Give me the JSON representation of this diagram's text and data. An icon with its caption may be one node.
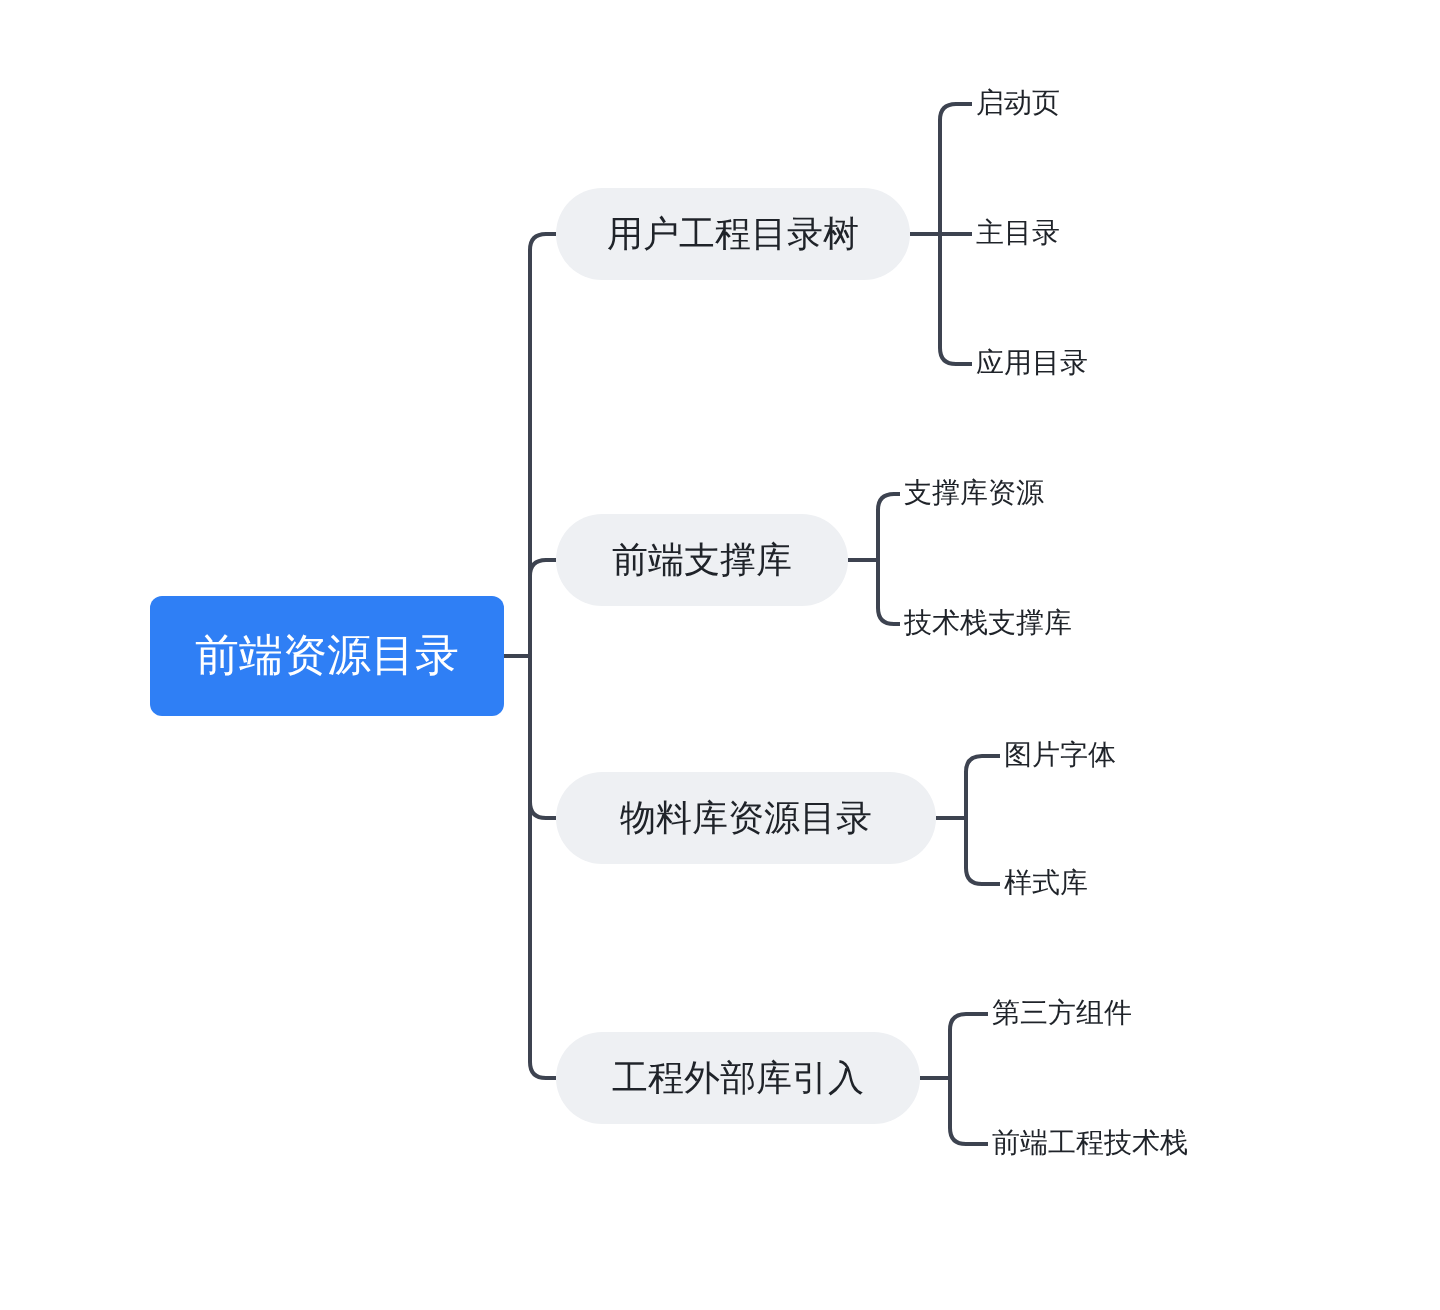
{
  "diagram": {
    "nodes": [
      {
        "text": [
          "前端资源目录"
        ]
      },
      {
        "text": [
          "用户工程目录树"
        ]
      },
      {
        "text": [
          "启动页"
        ]
      },
      {
        "text": [
          "主目录"
        ]
      },
      {
        "text": [
          "应用目录"
        ]
      },
      {
        "text": [
          "前端支撑库"
        ]
      },
      {
        "text": [
          "支撑库资源"
        ]
      },
      {
        "text": [
          "技术栈支撑库"
        ]
      },
      {
        "text": [
          "物料库资源目录"
        ]
      },
      {
        "text": [
          "图片字体"
        ]
      },
      {
        "text": [
          "样式库"
        ]
      },
      {
        "text": [
          "工程外部库引入"
        ]
      },
      {
        "text": [
          "第三方组件"
        ]
      },
      {
        "text": [
          "前端工程技术栈"
        ]
      }
    ],
    "edges": [
      {
        "from": 0,
        "to": 1,
        "arrow": "none"
      },
      {
        "from": 0,
        "to": 5,
        "arrow": "none"
      },
      {
        "from": 0,
        "to": 8,
        "arrow": "none"
      },
      {
        "from": 0,
        "to": 11,
        "arrow": "none"
      },
      {
        "from": 1,
        "to": 2,
        "arrow": "none"
      },
      {
        "from": 1,
        "to": 3,
        "arrow": "none"
      },
      {
        "from": 1,
        "to": 4,
        "arrow": "none"
      },
      {
        "from": 5,
        "to": 6,
        "arrow": "none"
      },
      {
        "from": 5,
        "to": 7,
        "arrow": "none"
      },
      {
        "from": 8,
        "to": 9,
        "arrow": "none"
      },
      {
        "from": 8,
        "to": 10,
        "arrow": "none"
      },
      {
        "from": 11,
        "to": 12,
        "arrow": "none"
      },
      {
        "from": 11,
        "to": 13,
        "arrow": "none"
      }
    ]
  }
}
